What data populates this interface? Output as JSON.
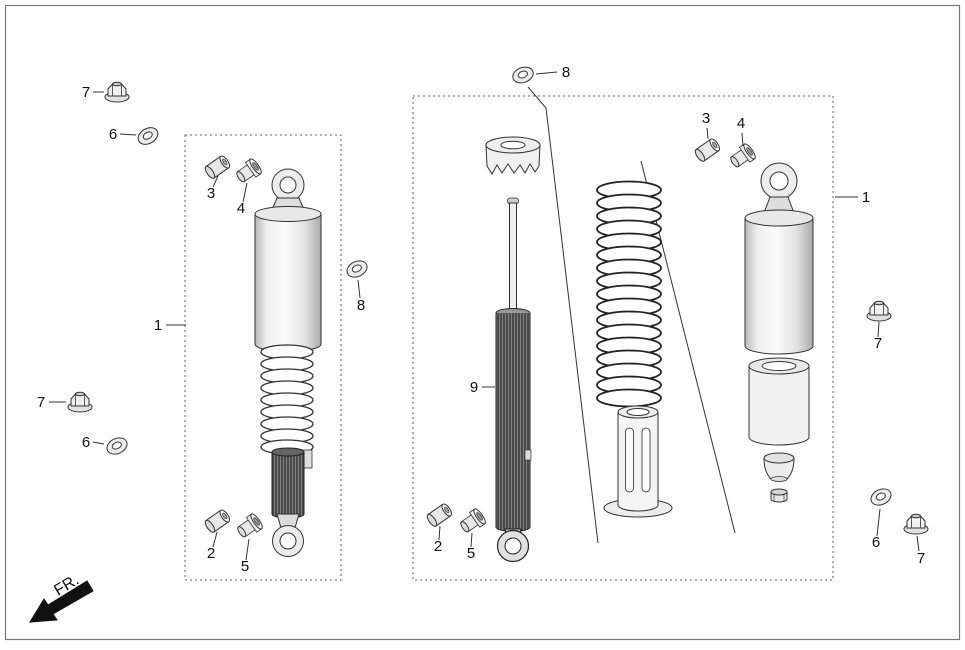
{
  "diagram": {
    "fr_label": "FR."
  },
  "colors": {
    "background": "#ffffff",
    "line": "#333333"
  },
  "callouts": {
    "nut_top_left": {
      "label": "7"
    },
    "washer_top_left": {
      "label": "6"
    },
    "collar_left": {
      "label": "3"
    },
    "bushing_left": {
      "label": "4"
    },
    "assembly_left": {
      "label": "1"
    },
    "washer_left": {
      "label": "8"
    },
    "nut_mid_left": {
      "label": "7"
    },
    "washer_mid_left": {
      "label": "6"
    },
    "collar_bottom_left": {
      "label": "2"
    },
    "bushing_bottom_left": {
      "label": "5"
    },
    "washer_top": {
      "label": "8"
    },
    "damper": {
      "label": "9"
    },
    "collar_bottom_right": {
      "label": "2"
    },
    "bushing_bottom_right": {
      "label": "5"
    },
    "collar_right": {
      "label": "3"
    },
    "bushing_right": {
      "label": "4"
    },
    "assembly_right": {
      "label": "1"
    },
    "nut_right_upper": {
      "label": "7"
    },
    "washer_right_lower": {
      "label": "6"
    },
    "nut_right_lower": {
      "label": "7"
    }
  }
}
